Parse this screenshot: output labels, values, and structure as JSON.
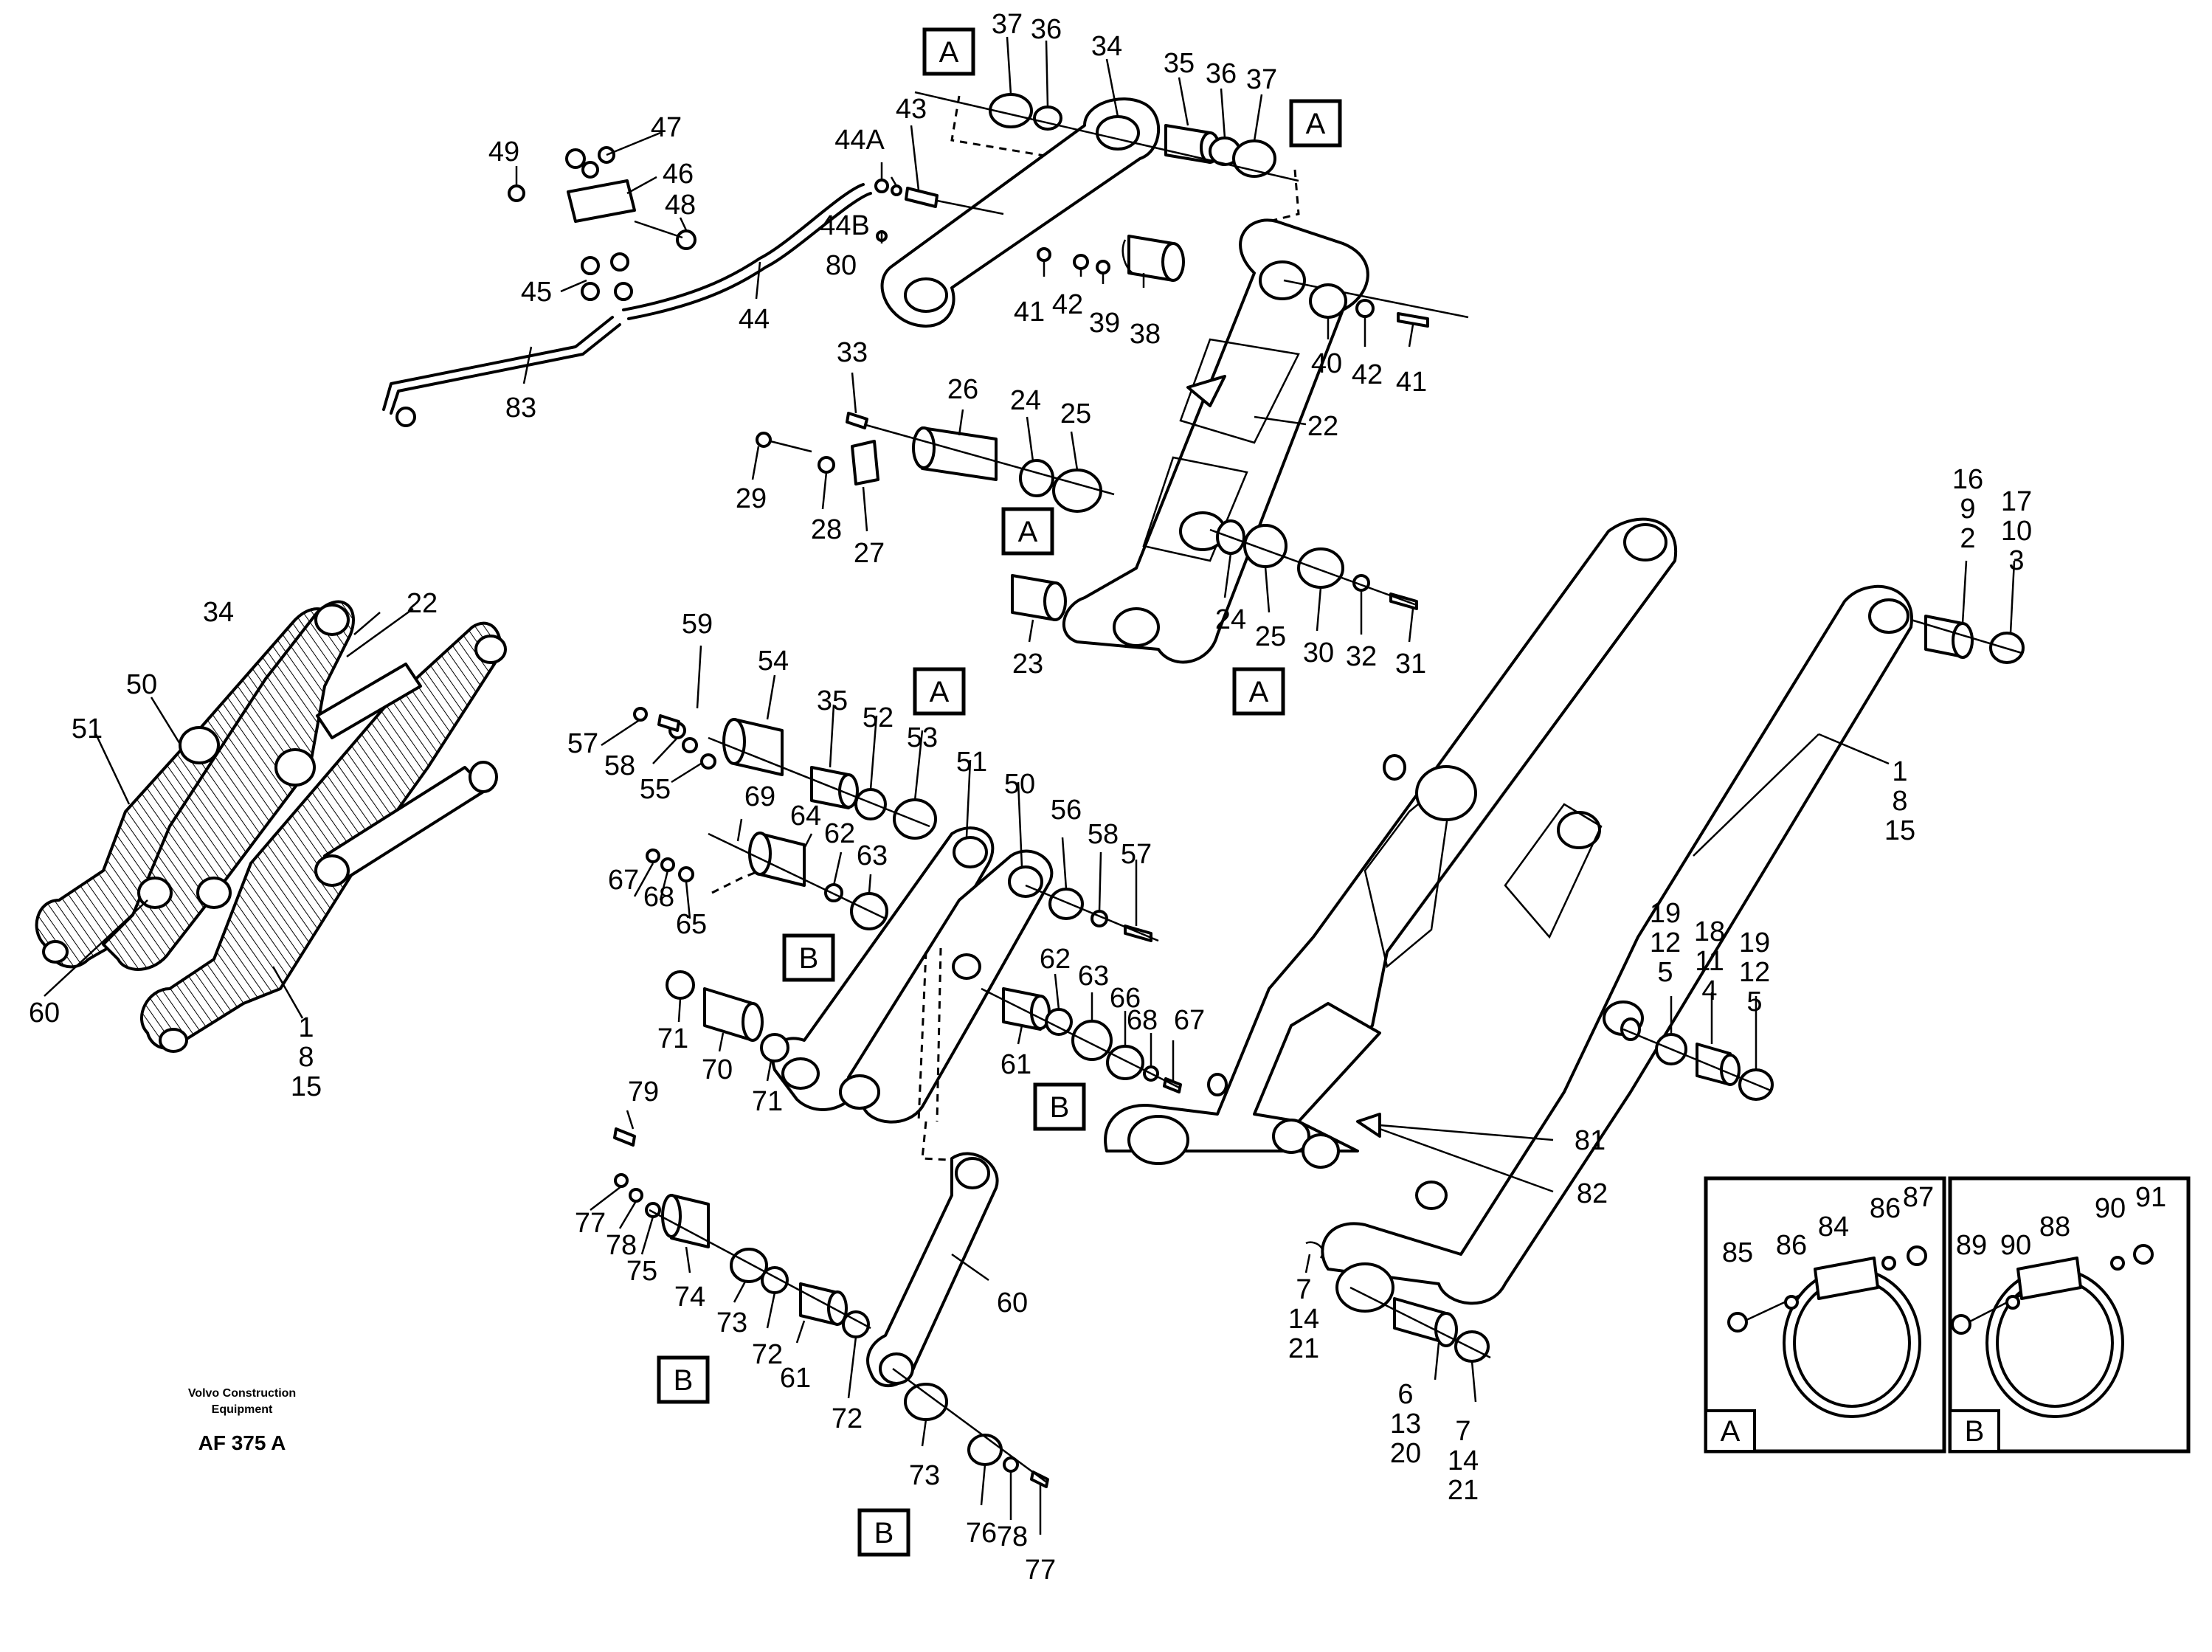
{
  "detail_a": {
    "parts": [
      "85",
      "86",
      "84",
      "86",
      "87"
    ],
    "label": "A"
  },
  "detail_b": {
    "parts": [
      "89",
      "90",
      "88",
      "90",
      "91"
    ],
    "label": "B"
  },
  "view_labels": {
    "a": "A",
    "b": "B"
  },
  "manufacturer": {
    "name_line1": "Volvo Construction",
    "name_line2": "Equipment"
  },
  "drawing_code": "AF 375 A",
  "callouts": {
    "c37a": "37",
    "c36a": "36",
    "c34": "34",
    "c35": "35",
    "c36b": "36",
    "c37b": "37",
    "c43": "43",
    "c44a": "44A",
    "c44b": "44B",
    "c80": "80",
    "c44": "44",
    "c47": "47",
    "c49": "49",
    "c46": "46",
    "c48": "48",
    "c45": "45",
    "c83": "83",
    "c41a": "41",
    "c42a": "42",
    "c39": "39",
    "c38": "38",
    "c40": "40",
    "c42b": "42",
    "c41b": "41",
    "c33": "33",
    "c26": "26",
    "c24a": "24",
    "c25a": "25",
    "c22": "22",
    "c29": "29",
    "c28": "28",
    "c27": "27",
    "c23": "23",
    "c24b": "24",
    "c25b": "25",
    "c30": "30",
    "c32": "32",
    "c31": "31",
    "c16_9_2": [
      "16",
      "9",
      "2"
    ],
    "c17_10_3": [
      "17",
      "10",
      "3"
    ],
    "c1_8_15": [
      "1",
      "8",
      "15"
    ],
    "c34s": "34",
    "c22s": "22",
    "c50s": "50",
    "c51s": "51",
    "c60s": "60",
    "c1_8_15s": [
      "1",
      "8",
      "15"
    ],
    "c59": "59",
    "c54": "54",
    "c35b": "35",
    "c52": "52",
    "c53": "53",
    "c51": "51",
    "c50": "50",
    "c57a": "57",
    "c58a": "58",
    "c55": "55",
    "c69": "69",
    "c64": "64",
    "c62a": "62",
    "c63a": "63",
    "c56": "56",
    "c58b": "58",
    "c57b": "57",
    "c67a": "67",
    "c68a": "68",
    "c65": "65",
    "c71a": "71",
    "c70": "70",
    "c71b": "71",
    "c61a": "61",
    "c62b": "62",
    "c63b": "63",
    "c66": "66",
    "c68b": "68",
    "c67b": "67",
    "c79": "79",
    "c77a": "77",
    "c78a": "78",
    "c75": "75",
    "c74": "74",
    "c73a": "73",
    "c72a": "72",
    "c61b": "61",
    "c72b": "72",
    "c60": "60",
    "c73b": "73",
    "c76": "76",
    "c78b": "78",
    "c77b": "77",
    "c81": "81",
    "c82": "82",
    "c19_12_5a": [
      "19",
      "12",
      "5"
    ],
    "c18_11_4": [
      "18",
      "11",
      "4"
    ],
    "c19_12_5b": [
      "19",
      "12",
      "5"
    ],
    "c7_14_21a": [
      "7",
      "14",
      "21"
    ],
    "c6_13_20": [
      "6",
      "13",
      "20"
    ],
    "c7_14_21b": [
      "7",
      "14",
      "21"
    ]
  }
}
